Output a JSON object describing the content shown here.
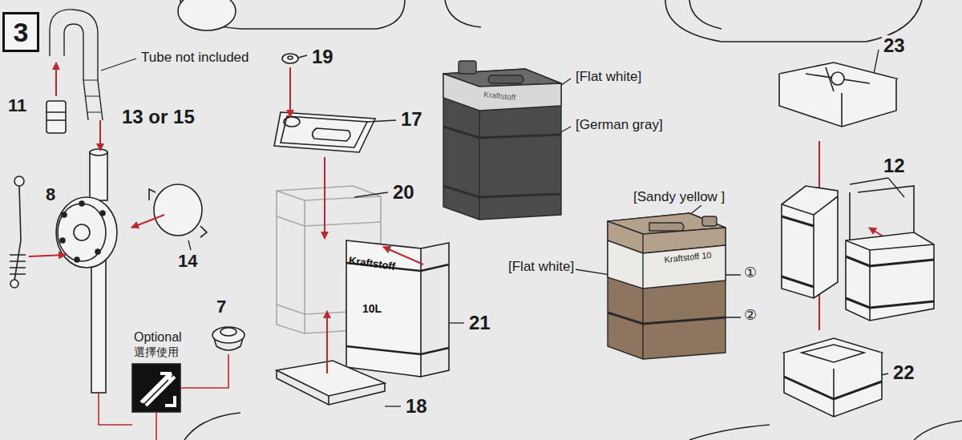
{
  "diagram": {
    "nodes": [
      {
        "text": [
          "3"
        ]
      }
    ],
    "labels": [
      "Tube not included",
      "11",
      "13 or 15",
      "8",
      "14",
      "7",
      "Optional",
      "選擇使用",
      "19",
      "17",
      "20",
      "21",
      "18",
      "[Flat white]",
      "[German gray]",
      "Kraftstoff",
      "[Sandy yellow ]",
      "[Flat white]",
      "①",
      "②",
      "Kraftstoff 10",
      "23",
      "12",
      "22",
      "Kraftstoff",
      "10L"
    ]
  }
}
